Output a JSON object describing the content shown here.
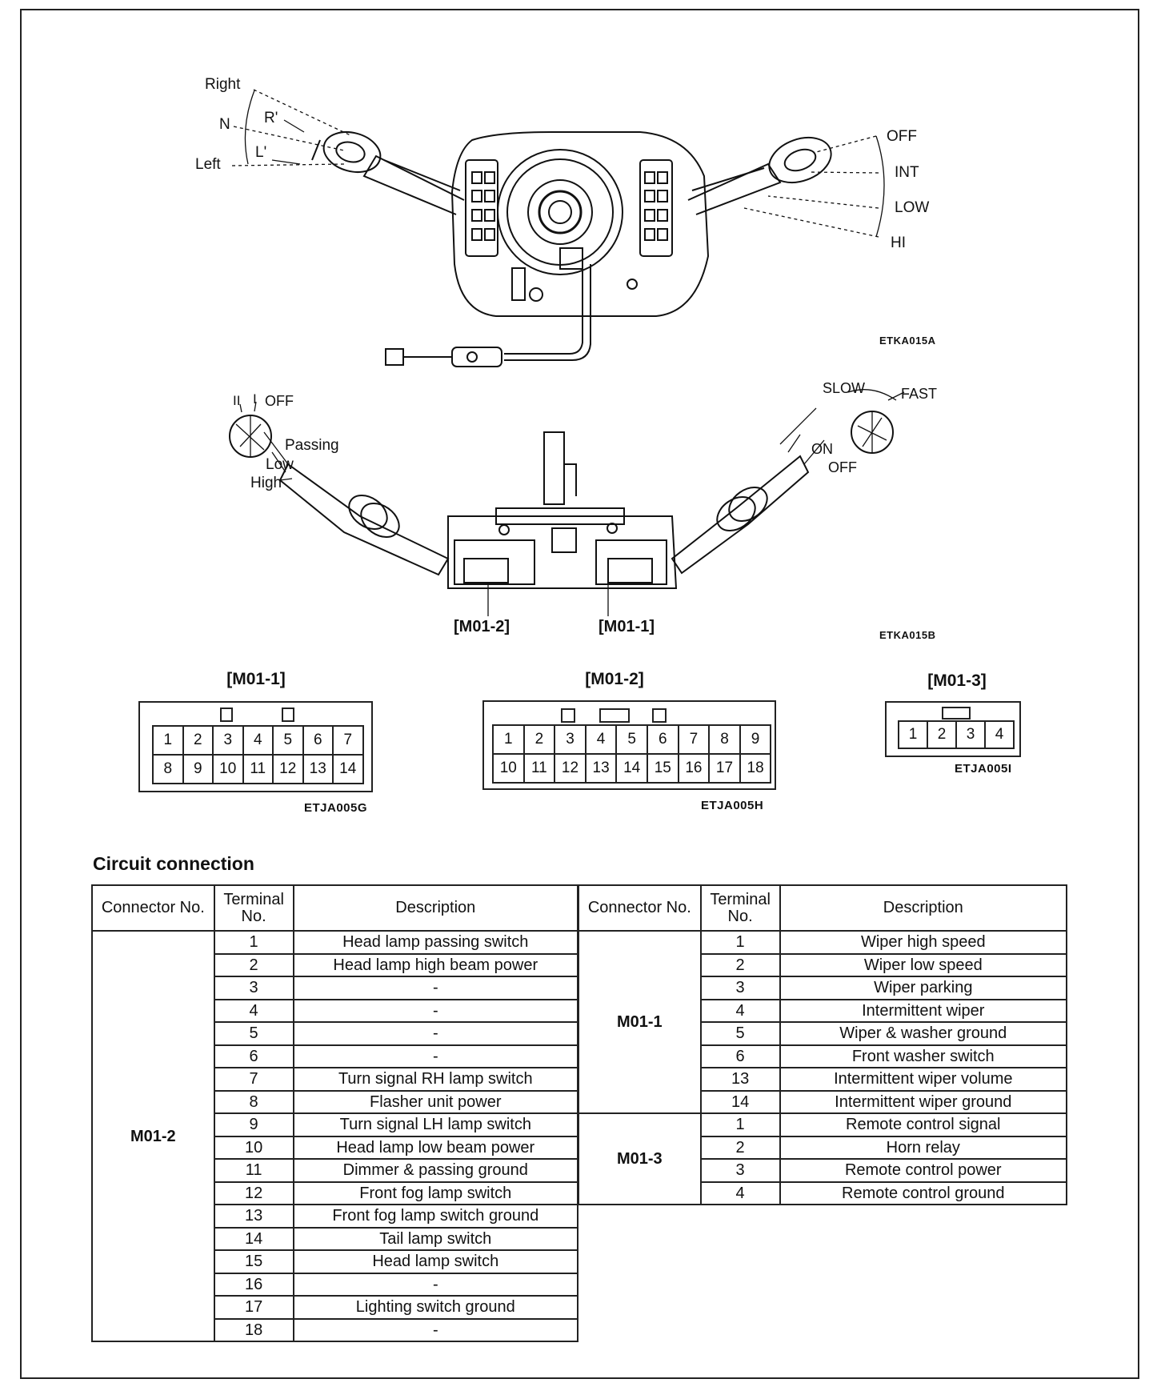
{
  "figure_top": {
    "left_lever_labels": {
      "right": "Right",
      "r_prime": "R'",
      "n": "N",
      "l_prime": "L'",
      "left": "Left"
    },
    "right_lever_labels": {
      "off": "OFF",
      "int": "INT",
      "low": "LOW",
      "hi": "HI"
    },
    "ref_code": "ETKA015A"
  },
  "figure_mid": {
    "left_knob_labels": {
      "ii": "II",
      "i": "I",
      "off": "OFF"
    },
    "left_lever_labels": {
      "passing": "Passing",
      "low": "Low",
      "high": "High"
    },
    "right_knob_labels": {
      "slow": "SLOW",
      "fast": "FAST"
    },
    "right_lever_labels": {
      "on": "ON",
      "off": "OFF"
    },
    "connector_callouts": {
      "m01_2": "[M01-2]",
      "m01_1": "[M01-1]"
    },
    "ref_code": "ETKA015B"
  },
  "connectors": {
    "m01_1": {
      "title": "[M01-1]",
      "row1": [
        "1",
        "2",
        "3",
        "4",
        "5",
        "6",
        "7"
      ],
      "row2": [
        "8",
        "9",
        "10",
        "11",
        "12",
        "13",
        "14"
      ],
      "ref_code": "ETJA005G"
    },
    "m01_2": {
      "title": "[M01-2]",
      "row1": [
        "1",
        "2",
        "3",
        "4",
        "5",
        "6",
        "7",
        "8",
        "9"
      ],
      "row2": [
        "10",
        "11",
        "12",
        "13",
        "14",
        "15",
        "16",
        "17",
        "18"
      ],
      "ref_code": "ETJA005H"
    },
    "m01_3": {
      "title": "[M01-3]",
      "row1": [
        "1",
        "2",
        "3",
        "4"
      ],
      "ref_code": "ETJA005I"
    }
  },
  "circuit": {
    "title": "Circuit connection",
    "headers": {
      "connector": "Connector No.",
      "terminal": "Terminal No.",
      "description": "Description"
    },
    "left": {
      "connector": "M01-2",
      "rows": [
        {
          "terminal": "1",
          "description": "Head lamp passing switch"
        },
        {
          "terminal": "2",
          "description": "Head lamp high beam power"
        },
        {
          "terminal": "3",
          "description": "-"
        },
        {
          "terminal": "4",
          "description": "-"
        },
        {
          "terminal": "5",
          "description": "-"
        },
        {
          "terminal": "6",
          "description": "-"
        },
        {
          "terminal": "7",
          "description": "Turn signal RH lamp switch"
        },
        {
          "terminal": "8",
          "description": "Flasher unit power"
        },
        {
          "terminal": "9",
          "description": "Turn signal LH lamp switch"
        },
        {
          "terminal": "10",
          "description": "Head lamp low beam power"
        },
        {
          "terminal": "11",
          "description": "Dimmer & passing ground"
        },
        {
          "terminal": "12",
          "description": "Front fog lamp switch"
        },
        {
          "terminal": "13",
          "description": "Front fog lamp switch ground"
        },
        {
          "terminal": "14",
          "description": "Tail lamp switch"
        },
        {
          "terminal": "15",
          "description": "Head lamp switch"
        },
        {
          "terminal": "16",
          "description": "-"
        },
        {
          "terminal": "17",
          "description": "Lighting switch ground"
        },
        {
          "terminal": "18",
          "description": "-"
        }
      ]
    },
    "right": [
      {
        "connector": "M01-1",
        "rows": [
          {
            "terminal": "1",
            "description": "Wiper high speed"
          },
          {
            "terminal": "2",
            "description": "Wiper low speed"
          },
          {
            "terminal": "3",
            "description": "Wiper parking"
          },
          {
            "terminal": "4",
            "description": "Intermittent wiper"
          },
          {
            "terminal": "5",
            "description": "Wiper & washer ground"
          },
          {
            "terminal": "6",
            "description": "Front washer switch"
          },
          {
            "terminal": "13",
            "description": "Intermittent wiper volume"
          },
          {
            "terminal": "14",
            "description": "Intermittent wiper ground"
          }
        ]
      },
      {
        "connector": "M01-3",
        "rows": [
          {
            "terminal": "1",
            "description": "Remote control signal"
          },
          {
            "terminal": "2",
            "description": "Horn relay"
          },
          {
            "terminal": "3",
            "description": "Remote control power"
          },
          {
            "terminal": "4",
            "description": "Remote control ground"
          }
        ]
      }
    ]
  }
}
